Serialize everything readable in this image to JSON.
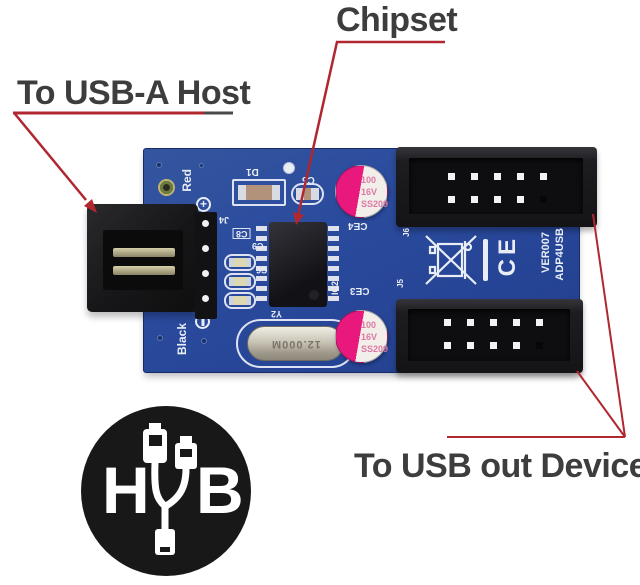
{
  "annotations": {
    "chipset_label": "Chipset",
    "usb_a_host_label": "To USB-A Host",
    "usb_out_device_label": "To USB out Device"
  },
  "logo": {
    "letter_h": "H",
    "letter_b": "B"
  },
  "pcb": {
    "silkscreen": {
      "red": "Red",
      "black": "Black",
      "plus": "+",
      "d1": "D1",
      "c5": "C5",
      "c8": "C8",
      "c9": "C9",
      "c6": "C6",
      "j4": "J4",
      "j5": "J5",
      "j6": "J6",
      "y2": "Y2",
      "ic2": "IC2",
      "ce3": "CE3",
      "ce4": "CE4",
      "ce_mark": "CE",
      "version": "VER007",
      "model": "ADP4USB"
    },
    "capacitor_text": {
      "line1": "100",
      "line2": "16V",
      "line3": "SS209"
    },
    "crystal_text": "12.000M"
  },
  "colors": {
    "board_blue": "#2a4a9d",
    "annotation_red": "#b02730",
    "capacitor_pink": "#e8187d",
    "connector_black": "#1b1b1e",
    "silkscreen_white": "#e9edf6"
  }
}
